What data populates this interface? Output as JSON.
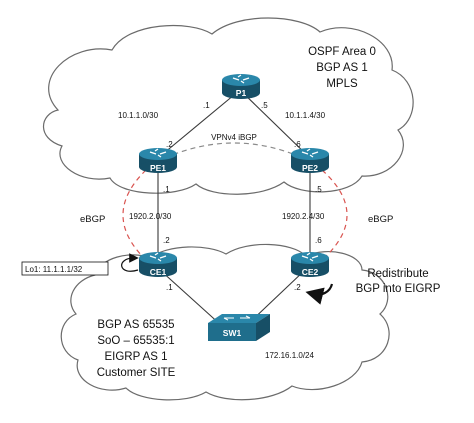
{
  "top_cloud": {
    "text_lines": [
      "OSPF Area 0",
      "BGP AS 1",
      "MPLS"
    ]
  },
  "bottom_cloud": {
    "text_lines": [
      "BGP AS 65535",
      "SoO – 65535:1",
      "EIGRP AS 1",
      "Customer SITE"
    ]
  },
  "devices": {
    "p1": "P1",
    "pe1": "PE1",
    "pe2": "PE2",
    "ce1": "CE1",
    "ce2": "CE2",
    "sw1": "SW1"
  },
  "links": {
    "p1_pe1_subnet": "10.1.1.0/30",
    "p1_pe2_subnet": "10.1.1.4/30",
    "pe1_ce1_subnet": "1920.2.0/30",
    "pe2_ce2_subnet": "1920.2.4/30",
    "lan_subnet": "172.16.1.0/24",
    "vpnv4": "VPNv4 iBGP",
    "ebgp_left": "eBGP",
    "ebgp_right": "eBGP"
  },
  "interfaces": {
    "p1_to_pe1": ".1",
    "pe1_to_p1": ".2",
    "p1_to_pe2": ".5",
    "pe2_to_p1": ".6",
    "pe1_down": ".1",
    "ce1_up": ".2",
    "pe2_down": ".5",
    "ce2_up": ".6",
    "ce1_lan": ".1",
    "ce2_lan": ".2"
  },
  "annotations": {
    "lo1": "Lo1: 11.1.1.1/32",
    "redistribute_1": "Redistribute",
    "redistribute_2": "BGP into EIGRP"
  },
  "colors": {
    "router_fill": "#1f6e8c",
    "router_dark": "#174f66",
    "cloud_stroke": "#6b6b6b",
    "link": "#3a3a3a",
    "ebgp_dash": "#d9534f",
    "ibgp_dash": "#8a8a8a"
  }
}
